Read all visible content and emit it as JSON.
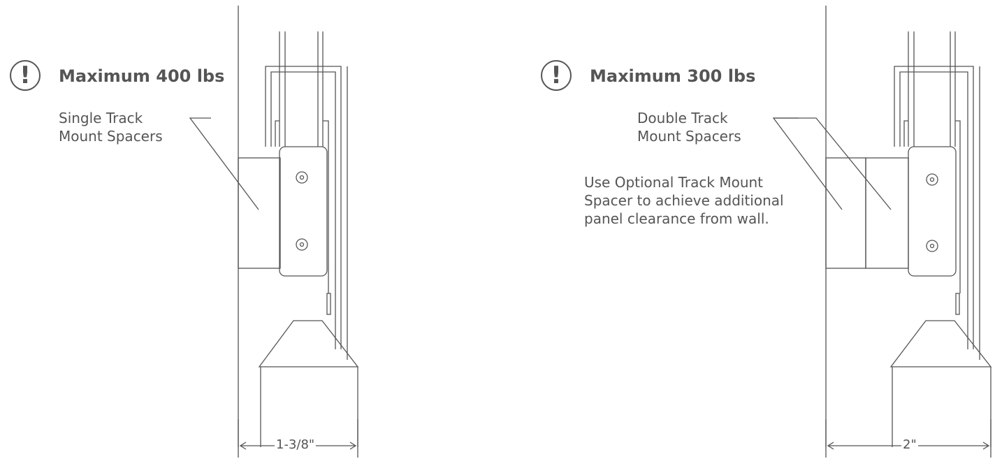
{
  "left": {
    "warning_icon": "exclamation-circle-icon",
    "warning": "Maximum 400 lbs",
    "label_line1": "Single Track",
    "label_line2": "Mount Spacers",
    "dimension": "1-3/8\""
  },
  "right": {
    "warning_icon": "exclamation-circle-icon",
    "warning": "Maximum 300 lbs",
    "label_line1": "Double Track",
    "label_line2": "Mount Spacers",
    "note_line1": "Use Optional Track Mount",
    "note_line2": "Spacer to achieve additional",
    "note_line3": "panel clearance from wall.",
    "dimension": "2\""
  },
  "colors": {
    "line": "#555555",
    "text": "#555555"
  }
}
